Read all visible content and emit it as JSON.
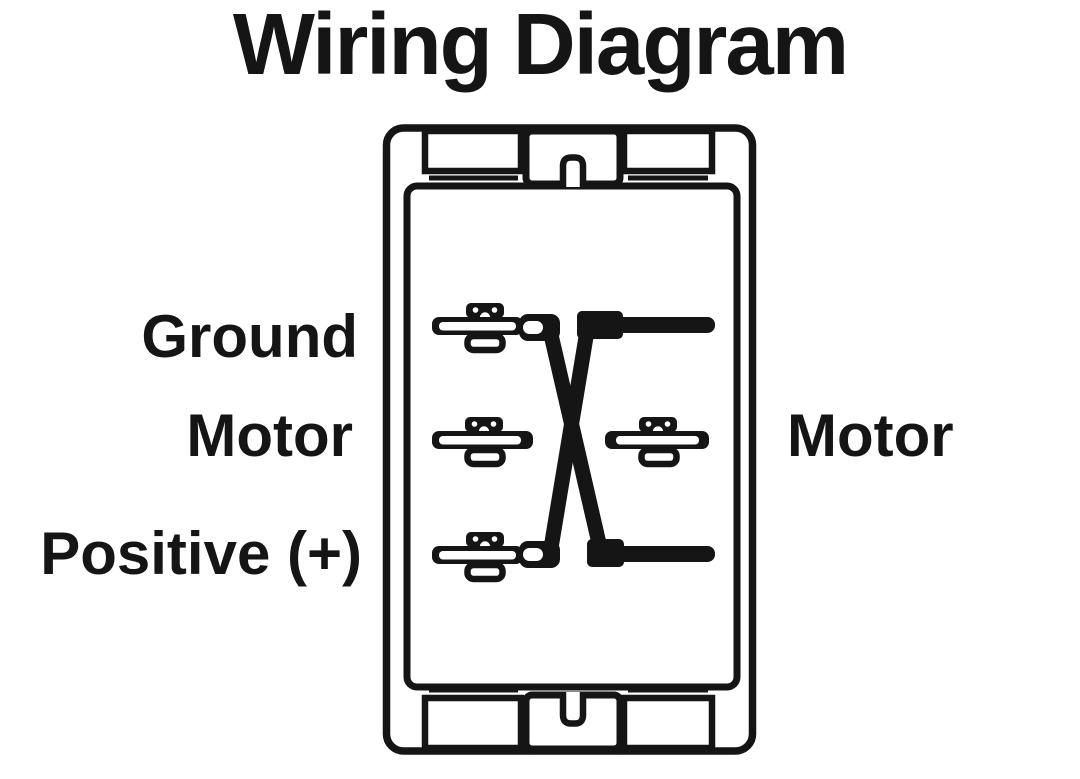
{
  "title": "Wiring Diagram",
  "labels": {
    "ground": "Ground",
    "motor_left": "Motor",
    "positive": "Positive (+)",
    "motor_right": "Motor"
  },
  "colors": {
    "ink": "#151515",
    "background": "#ffffff"
  },
  "diagram_data": {
    "type": "wiring-diagram",
    "device": "rocker-switch",
    "terminals": [
      {
        "id": "ground",
        "label": "Ground",
        "position": "top-left"
      },
      {
        "id": "motor-left",
        "label": "Motor",
        "position": "middle-left"
      },
      {
        "id": "positive",
        "label": "Positive (+)",
        "position": "bottom-left"
      },
      {
        "id": "motor-right",
        "label": "Motor",
        "position": "middle-right"
      }
    ],
    "connections": [
      {
        "from": "top-left",
        "to": "bottom-right",
        "style": "crossed-wire"
      },
      {
        "from": "bottom-left",
        "to": "top-right",
        "style": "crossed-wire"
      }
    ]
  }
}
